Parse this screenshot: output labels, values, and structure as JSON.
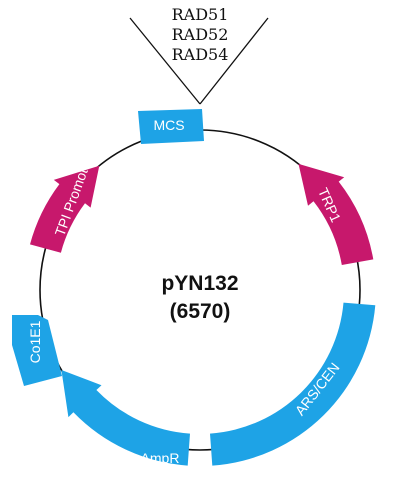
{
  "plasmid": {
    "name": "pYN132",
    "size_label": "(6570)"
  },
  "insert": {
    "genes": [
      "RAD51",
      "RAD52",
      "RAD54"
    ]
  },
  "colors": {
    "blue": "#1ea3e6",
    "magenta": "#c7186c",
    "backbone": "#111111",
    "text_on_feature": "#ffffff"
  },
  "features": [
    {
      "id": "mcs",
      "label": "MCS",
      "type": "box",
      "color": "blue"
    },
    {
      "id": "trp1",
      "label": "TRP1",
      "type": "arrow",
      "color": "magenta"
    },
    {
      "id": "ars-cen",
      "label": "ARS/CEN",
      "type": "box",
      "color": "blue"
    },
    {
      "id": "ampr",
      "label": "AmpR",
      "type": "arrow",
      "color": "blue"
    },
    {
      "id": "co1e1",
      "label": "Co1E1",
      "type": "box",
      "color": "blue"
    },
    {
      "id": "tpi-promoter",
      "label": "TPI Promoter",
      "type": "arrow",
      "color": "magenta"
    }
  ]
}
